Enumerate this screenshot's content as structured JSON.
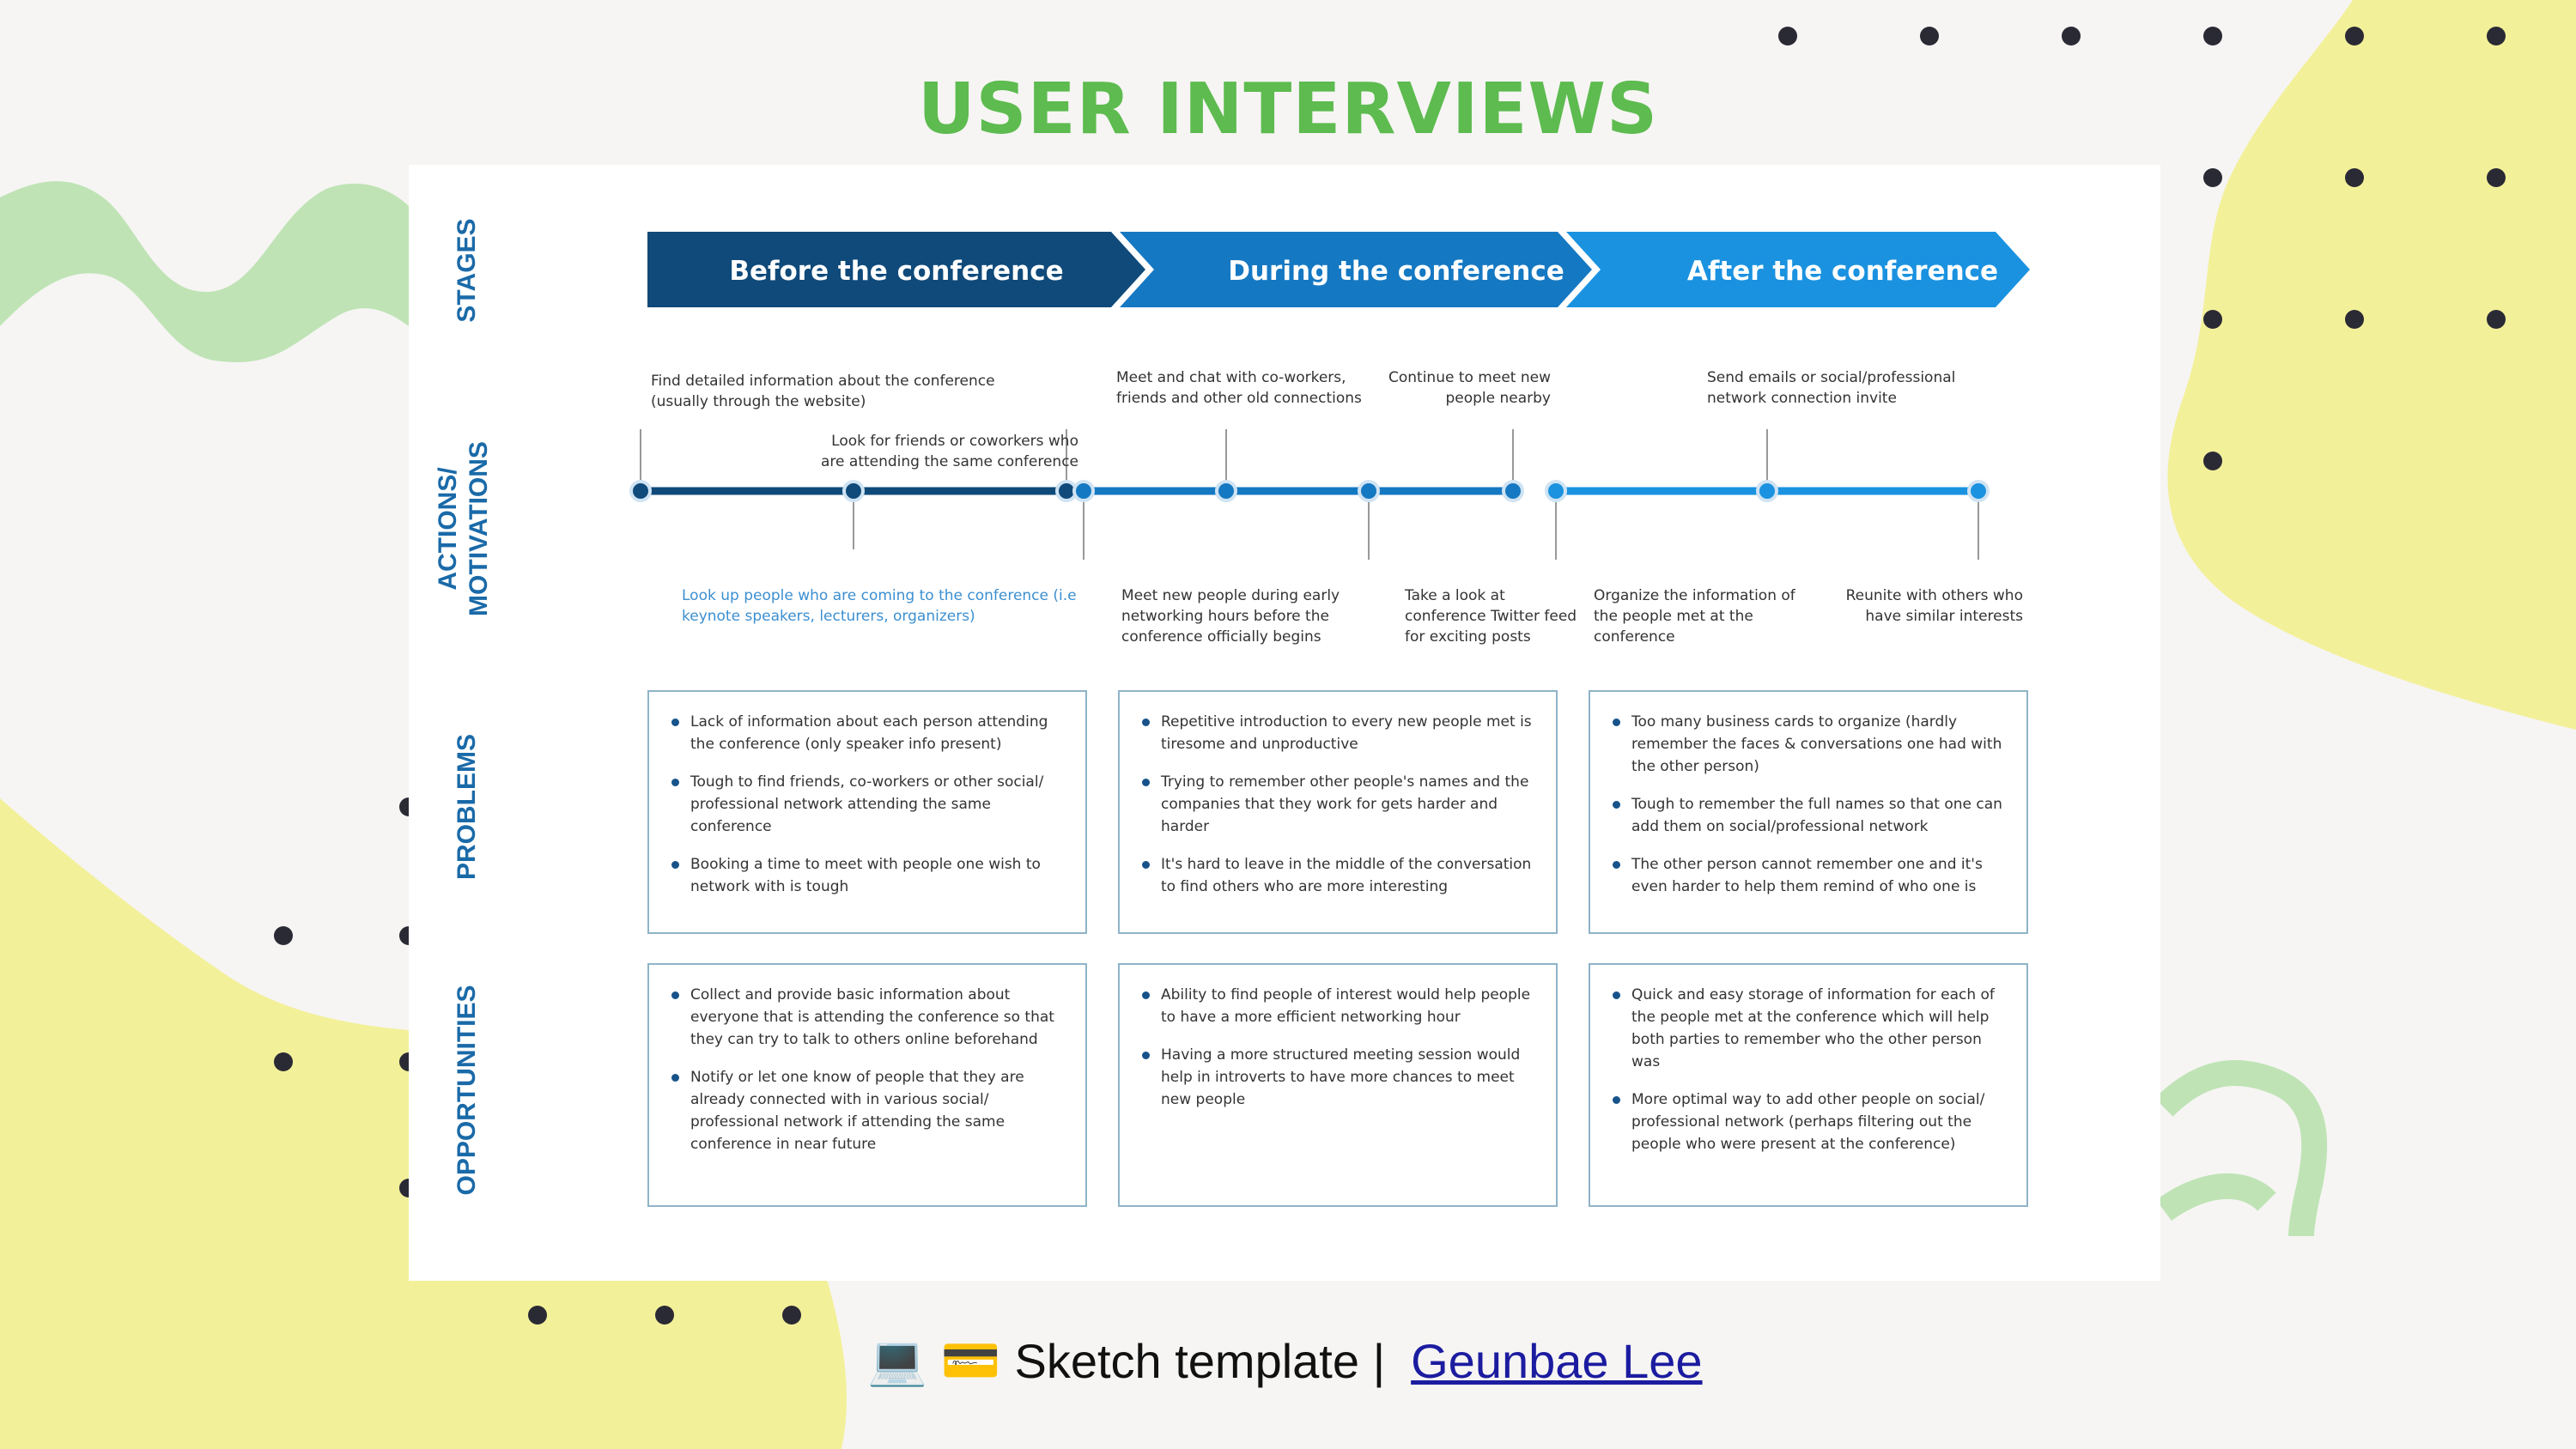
{
  "title": "USER INTERVIEWS",
  "row_labels": {
    "stages": "STAGES",
    "actions_line1": "ACTIONS/",
    "actions_line2": "MOTIVATIONS",
    "problems": "PROBLEMS",
    "opportunities": "OPPORTUNITIES"
  },
  "stages": [
    {
      "label": "Before the conference",
      "color": "#0f4a7a"
    },
    {
      "label": "During the conference",
      "color": "#1578c2"
    },
    {
      "label": "After the conference",
      "color": "#1a92e0"
    }
  ],
  "actions": {
    "before_top_1": "Find detailed information about the conference (usually through the website)",
    "before_top_2": "Look for friends or coworkers who are attending the same conference",
    "before_bottom_1": "Look up people who are coming to the conference (i.e keynote speakers, lecturers, organizers)",
    "during_top_1": "Meet and chat with co-workers, friends and other old connections",
    "during_top_2": "Continue to meet new people nearby",
    "during_bottom_1": "Meet new people during early networking hours before the conference officially begins",
    "during_bottom_2": "Take a look at conference Twitter feed for exciting posts",
    "after_top_1": "Send emails or social/professional network connection invite",
    "after_bottom_1": "Organize the information of the people met at the conference",
    "after_bottom_2": "Reunite with others who have similar interests"
  },
  "problems": [
    [
      "Lack of information about each person attending the conference (only speaker info present)",
      "Tough to find friends, co-workers or other social/ professional network attending the same conference",
      "Booking a time to meet with people one wish to network with is tough"
    ],
    [
      "Repetitive introduction to every new people met is tiresome and unproductive",
      "Trying to remember other people's names and the companies that they work for gets harder and harder",
      "It's hard to leave in the middle of the conversation to find others who are more interesting"
    ],
    [
      "Too many business cards to organize (hardly remember the faces & conversations one had with the other person)",
      "Tough to remember the full names so that one can add them on social/professional network",
      "The other person cannot remember one and it's even harder to help them remind of who one is"
    ]
  ],
  "opportunities": [
    [
      "Collect and provide basic information about everyone that is attending the conference so that they can try to talk to others online beforehand",
      "Notify or let one know of people that they are already connected with in various social/ professional network if attending the same conference in near future"
    ],
    [
      "Ability to find people of interest would help people to have a more efficient networking hour",
      "Having a more structured meeting session would help in introverts to have more chances to meet new people"
    ],
    [
      "Quick and easy storage of information for each of the people met at the conference which will help both parties to remember who the other person was",
      "More optimal way to add other people on social/ professional network (perhaps filtering out the people who were present at the conference)"
    ]
  ],
  "footer": {
    "laptop_icon": "💻",
    "card_icon": "💳",
    "text": "Sketch template |",
    "link": "Geunbae Lee"
  },
  "colors": {
    "title": "#5dbb4f",
    "label": "#1a6aa8",
    "yellow_blob": "#f3f09a",
    "green_blob": "#bfe3b5",
    "timeline_dark": "#0f4a7a",
    "timeline_mid": "#1578c2",
    "timeline_light": "#1a92e0"
  }
}
